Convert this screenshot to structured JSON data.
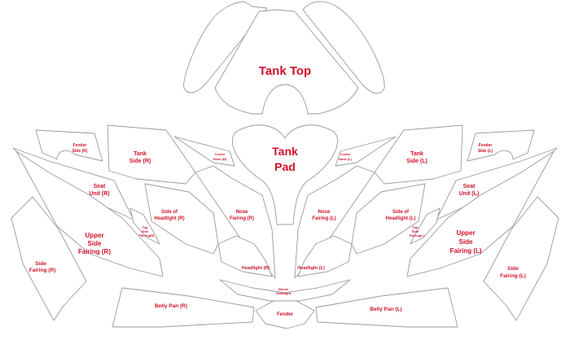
{
  "title": "Tank Top",
  "accent_color": "#d0112b",
  "outline_color": "#9a9a9a",
  "labels": {
    "tank_top": "Tank Top",
    "tank_pad_1": "Tank",
    "tank_pad_2": "Pad",
    "fender_side_r_1": "Fender",
    "fender_side_r_2": "Side (R)",
    "fender_side_l_1": "Fender",
    "fender_side_l_2": "Side (L)",
    "tank_side_r_1": "Tank",
    "tank_side_r_2": "Side (R)",
    "tank_side_l_1": "Tank",
    "tank_side_l_2": "Side (L)",
    "centre_nose_r_1": "Centre",
    "centre_nose_r_2": "Nose (R)",
    "centre_nose_l_1": "Centre",
    "centre_nose_l_2": "Nose (L)",
    "seat_unit_r_1": "Seat",
    "seat_unit_r_2": "Unit (R)",
    "seat_unit_l_1": "Seat",
    "seat_unit_l_2": "Unit (L)",
    "side_headlight_r_1": "Side of",
    "side_headlight_r_2": "Headlight (R)",
    "side_headlight_l_1": "Side of",
    "side_headlight_l_2": "Headlight (L)",
    "nose_fairing_r_1": "Nose",
    "nose_fairing_r_2": "Fairing (R)",
    "nose_fairing_l_1": "Nose",
    "nose_fairing_l_2": "Fairing (L)",
    "top_side_fairing_r_1": "Top",
    "top_side_fairing_r_2": "Side",
    "top_side_fairing_r_3": "Fairing(R)",
    "top_side_fairing_l_1": "Top",
    "top_side_fairing_l_2": "Side",
    "top_side_fairing_l_3": "Fairing(L)",
    "upper_side_fairing_r_1": "Upper",
    "upper_side_fairing_r_2": "Side",
    "upper_side_fairing_r_3": "Fairing (R)",
    "upper_side_fairing_l_1": "Upper",
    "upper_side_fairing_l_2": "Side",
    "upper_side_fairing_l_3": "Fairing (L)",
    "side_fairing_r_1": "Side",
    "side_fairing_r_2": "Fairing (R)",
    "side_fairing_l_1": "Side",
    "side_fairing_l_2": "Fairing (L)",
    "headlight_r": "Headlight (R)",
    "headlight_l": "Headlight (L)",
    "below_headlight_1": "Below",
    "below_headlight_2": "Headlight",
    "belly_pan_r": "Belly Pan (R)",
    "belly_pan_l": "Belly Pan (L)",
    "fender": "Fender"
  }
}
